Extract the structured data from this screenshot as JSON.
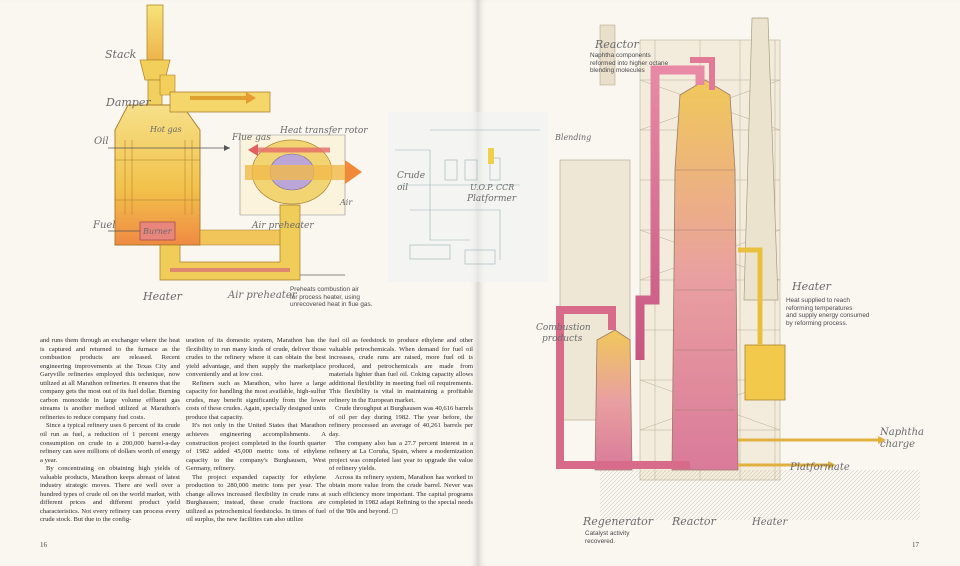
{
  "left_diagram": {
    "labels": {
      "stack": "Stack",
      "damper": "Damper",
      "oil": "Oil",
      "hot_gas": "Hot gas",
      "fuel": "Fuel",
      "burner": "Burner",
      "heater": "Heater",
      "flue_gas": "Flue gas",
      "heat_transfer": "Heat transfer rotor",
      "air_preheater": "Air preheater",
      "air": "Air",
      "air_preheater_bottom": "Air preheater"
    },
    "caption": [
      "Preheats combustion air",
      "for process heater, using",
      "unrecovered heat in flue gas."
    ]
  },
  "center_sketch": {
    "labels": {
      "crude_oil_1": "Crude",
      "crude_oil_2": "oil",
      "uop": "U.O.P. CCR",
      "platformer": "Platformer",
      "blending": "Blending"
    }
  },
  "right_diagram": {
    "labels": {
      "reactor_top": "Reactor",
      "combustion_products_1": "Combustion",
      "combustion_products_2": "products",
      "heater": "Heater",
      "naphtha_charge_1": "Naphtha",
      "naphtha_charge_2": "charge",
      "platformate": "Platformate",
      "regenerator": "Regenerator",
      "reactor_bottom": "Reactor",
      "heater_bottom": "Heater"
    },
    "captions": {
      "reactor": [
        "Naphtha components",
        "reformed into higher octane",
        "blending molecules"
      ],
      "heater": [
        "Heat supplied to reach",
        "reforming temperatures",
        "and supply energy consumed",
        "by reforming process."
      ],
      "regenerator": [
        "Catalyst activity",
        "recovered."
      ]
    }
  },
  "columns": [
    {
      "paragraphs": [
        "and runs them through an exchanger where the heat is captured and returned to the furnace as the combustion products are released. Recent engineering improvements at the Texas City and Garyville refineries employed this technique, now utilized at all Marathon refineries. It ensures that the company gets the most out of its fuel dollar. Burning carbon monoxide in large volume effluent gas streams is another method utilized at Marathon's refineries to reduce company fuel costs.",
        "Since a typical refinery uses 6 percent of its crude oil run as fuel, a reduction of 1 percent energy consumption on crude in a 200,000 barrel-a-day refinery can save millions of dollars worth of energy a year.",
        "By concentrating on obtaining high yields of valuable products, Marathon keeps abreast of latest industry strategic moves. There are well over a hundred types of crude oil on the world market, with different prices and different product yield characteristics. Not every refinery can process every crude stock. But due to the config-"
      ]
    },
    {
      "paragraphs": [
        "uration of its domestic system, Marathon has the flexibility to run many kinds of crude, deliver those crudes to the refinery where it can obtain the best yield advantage, and then supply the marketplace conveniently and at low cost.",
        "Refiners such as Marathon, who have a large capacity for handling the most available, high-sulfur crudes, may benefit significantly from the lower costs of these crudes. Again, specially designed units produce that capacity.",
        "It's not only in the United States that Marathon achieves engineering accomplishments. A construction project completed in the fourth quarter of 1982 added 45,000 metric tons of ethylene capacity to the company's Burghausen, West Germany, refinery.",
        "The project expanded capacity for ethylene production to 280,000 metric tons per year. The change allows increased flexibility in crude runs at Burghausen; instead, these crude fractions are utilized as petrochemical feedstocks. In times of fuel oil surplus, the new facilities can also utilize"
      ]
    },
    {
      "paragraphs": [
        "fuel oil as feedstock to produce ethylene and other valuable petrochemicals. When demand for fuel oil increases, crude runs are raised, more fuel oil is produced, and petrochemicals are made from materials lighter than fuel oil. Coking capacity allows additional flexibility in meeting fuel oil requirements. This flexibility is vital in maintaining a profitable refinery in the European market.",
        "Crude throughput at Burghausen was 40,616 barrels of oil per day during 1982. The year before, the refinery processed an average of 40,261 barrels per day.",
        "The company also has a 27.7 percent interest in a refinery at La Coruña, Spain, where a modernization project was completed last year to upgrade the value of refinery yields.",
        "Across its refinery system, Marathon has worked to obtain more value from the crude barrel. Never was such efficiency more important. The capital programs completed in 1982 adapt Refining to the special needs of the '80s and beyond. ▢"
      ]
    }
  ],
  "page_numbers": {
    "left": "16",
    "right": "17"
  },
  "colors": {
    "yellow": "#f2d24a",
    "orange": "#f0a43a",
    "pink": "#d9607e",
    "magenta": "#b84a78",
    "steel": "#8a8070"
  }
}
